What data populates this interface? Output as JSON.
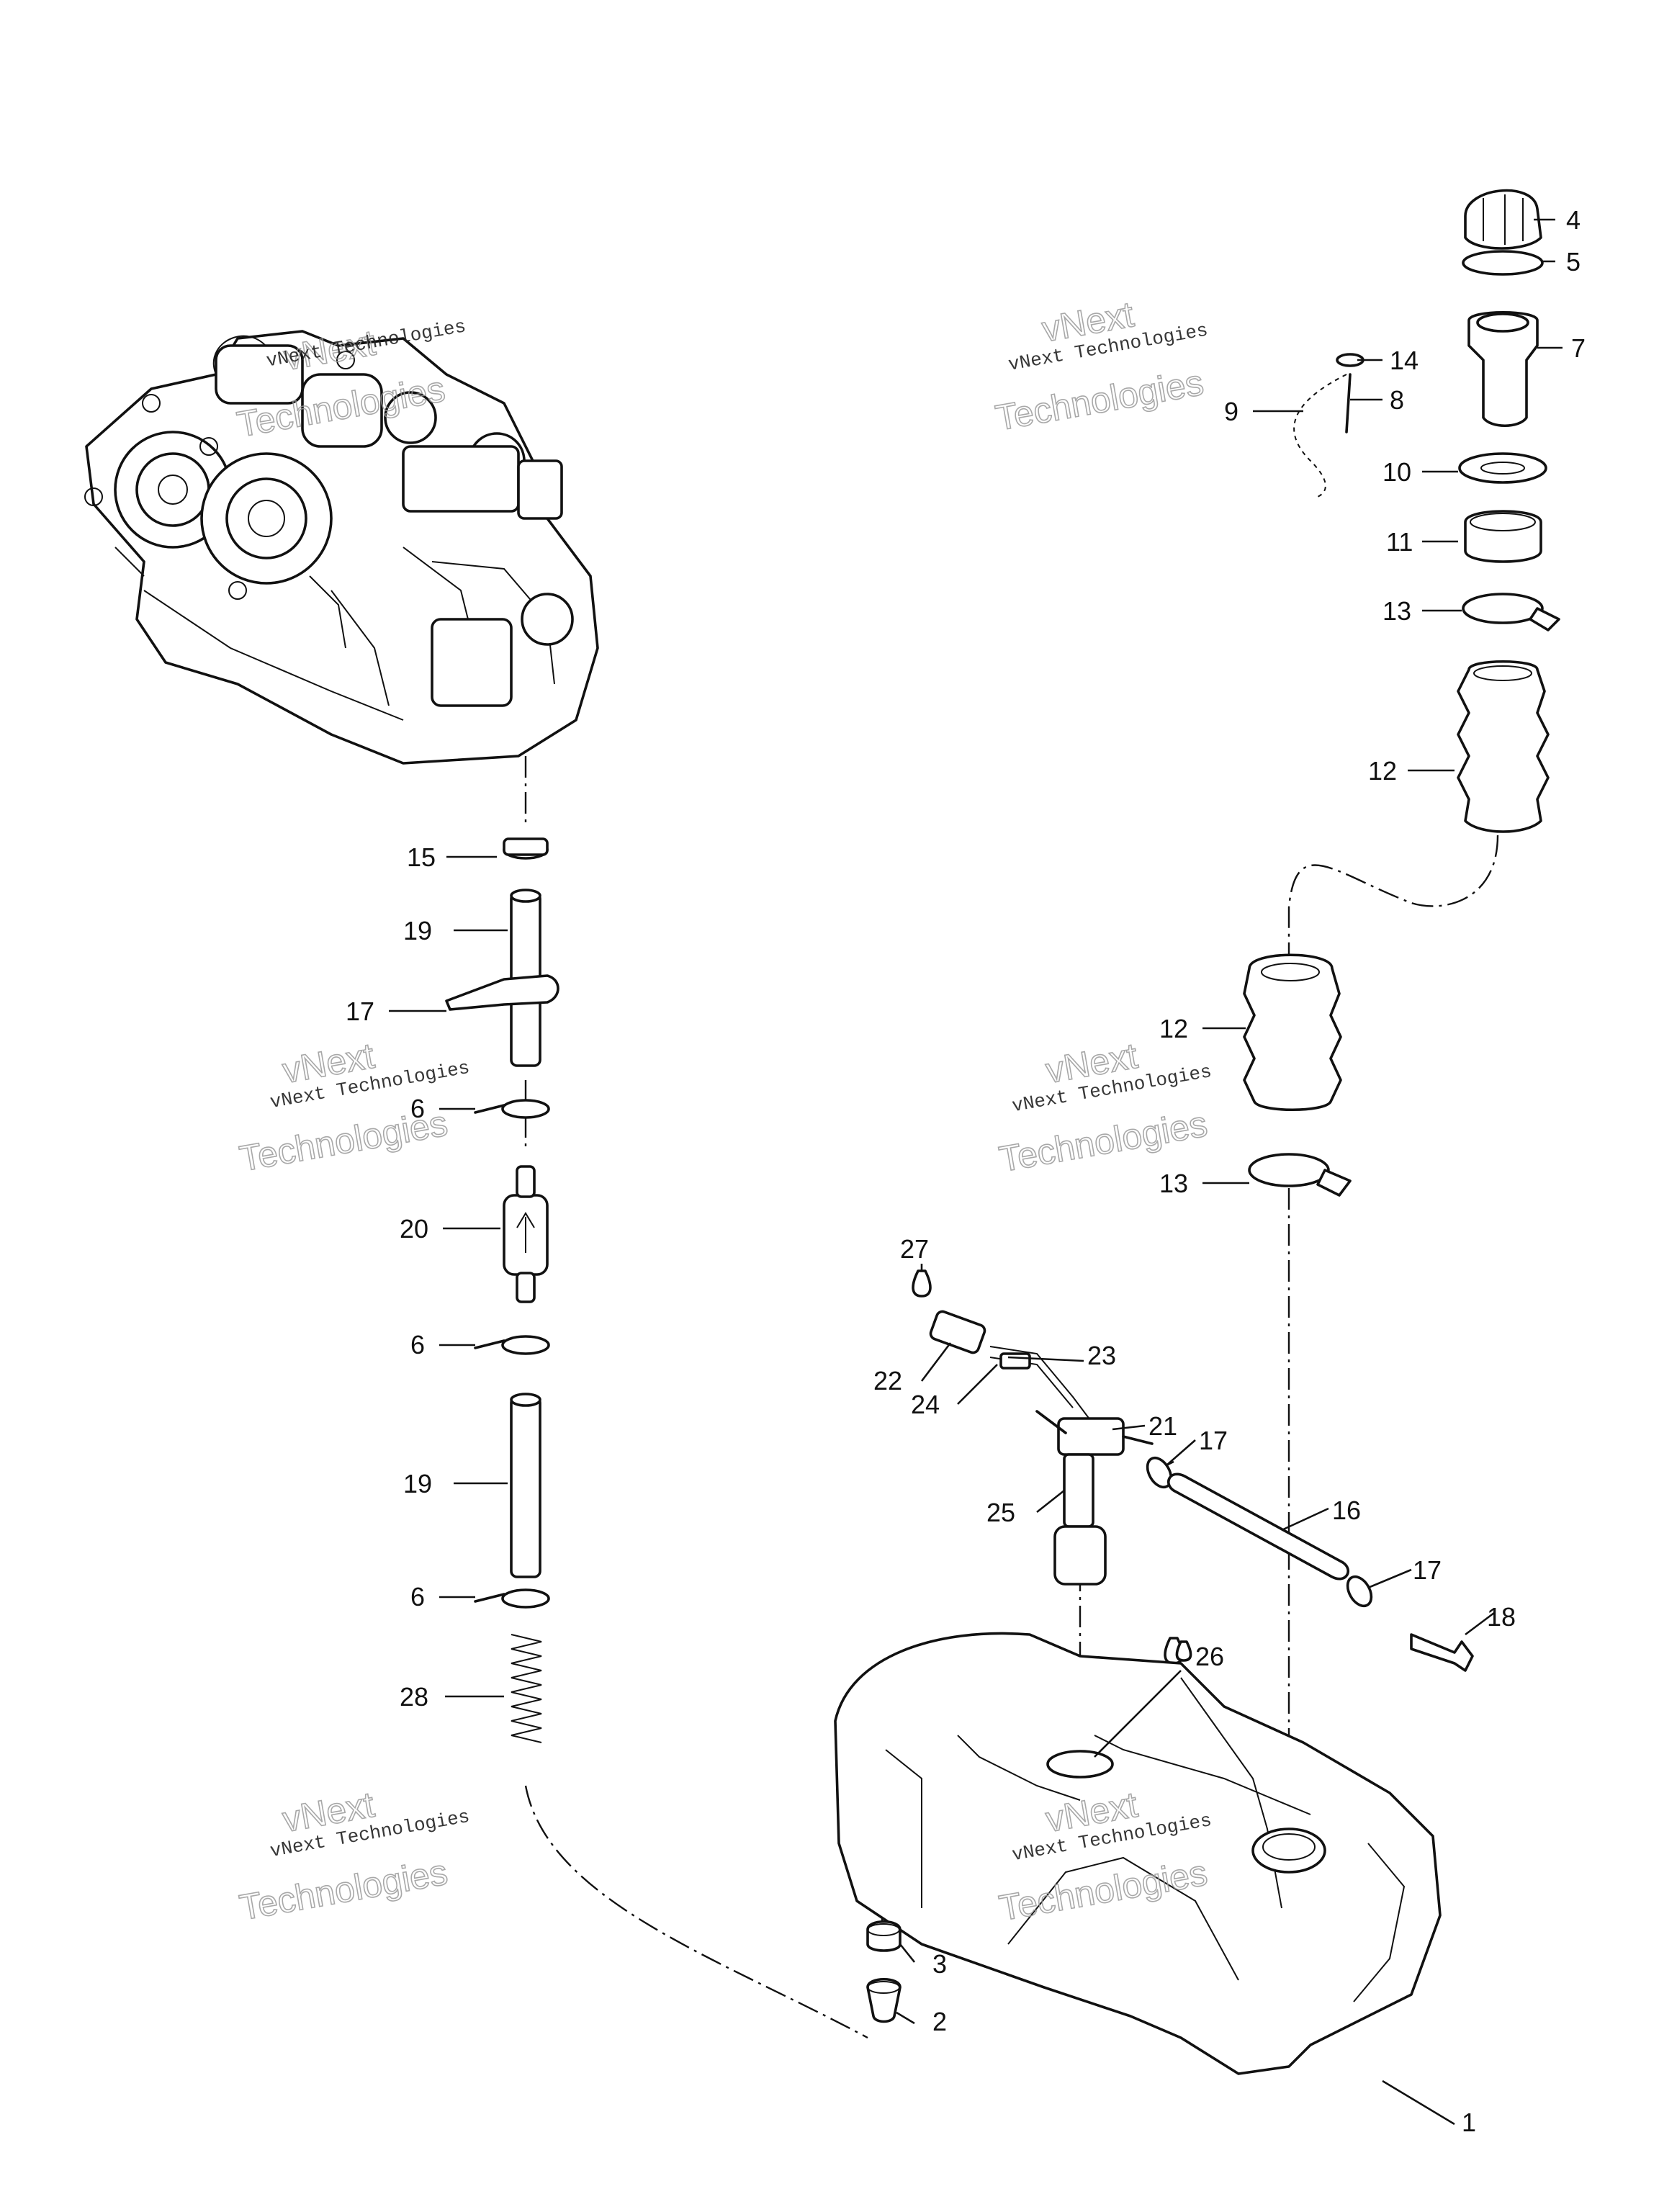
{
  "diagram": {
    "callouts": [
      "1",
      "2",
      "3",
      "4",
      "5",
      "6",
      "6",
      "6",
      "7",
      "8",
      "9",
      "10",
      "11",
      "12",
      "12",
      "13",
      "13",
      "14",
      "15",
      "16",
      "17",
      "17",
      "17",
      "18",
      "19",
      "19",
      "20",
      "21",
      "22",
      "23",
      "24",
      "25",
      "26",
      "27",
      "28"
    ]
  },
  "watermark": {
    "line1": "vNext",
    "line2": "Technologies",
    "line3": "vNext Technologies"
  },
  "colors": {
    "ink": "#111111",
    "background": "#ffffff",
    "watermark": "#999999"
  }
}
